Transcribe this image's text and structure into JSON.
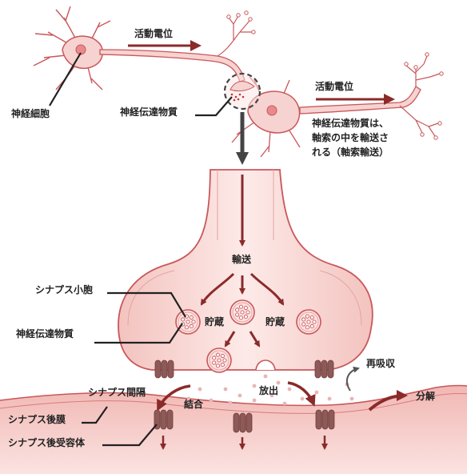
{
  "labels": {
    "action_potential_top": "活動電位",
    "neuron": "神経細胞",
    "neurotransmitter_top": "神経伝達物質",
    "action_potential_right": "活動電位",
    "axonal_transport_line1": "神経伝達物質は、",
    "axonal_transport_line2": "軸索の中を輸送さ",
    "axonal_transport_line3": "れる（軸索輸送）",
    "transport": "輸送",
    "storage_left": "貯蔵",
    "storage_right": "貯蔵",
    "synaptic_vesicle": "シナプス小胞",
    "neurotransmitter": "神経伝達物質",
    "reuptake": "再吸収",
    "synaptic_cleft": "シナプス間隔",
    "binding": "結合",
    "release": "放出",
    "decomposition": "分解",
    "postsynaptic_membrane": "シナプス後膜",
    "postsynaptic_receptor": "シナプス後受容体"
  },
  "colors": {
    "cell_fill": "#f6d3d1",
    "cell_stroke": "#c9575a",
    "arrow": "#8b2a2a",
    "dark_arrow": "#444444",
    "receptor": "#8e5a58",
    "membrane_fill": "#f3c7c3"
  }
}
